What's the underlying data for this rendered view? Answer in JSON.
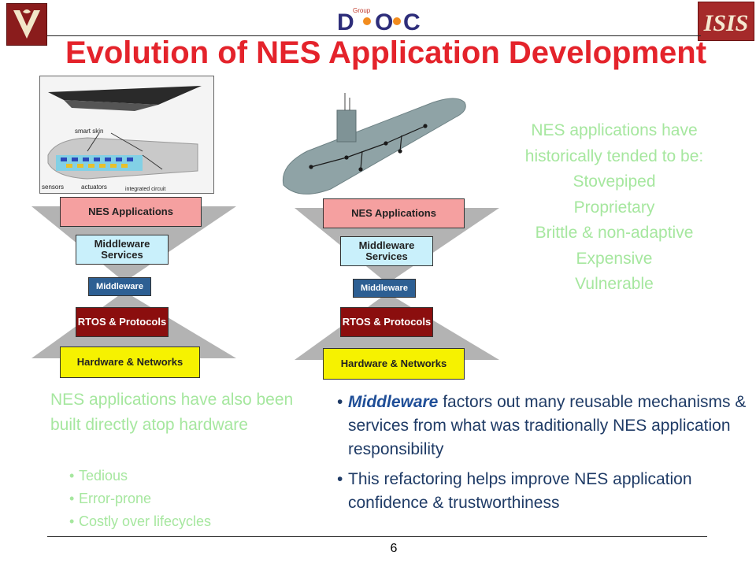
{
  "title": "Evolution of NES Application Development",
  "header": {
    "left_logo": "vanderbilt-logo",
    "center_logo_text": "D·O·C",
    "center_logo_sub": "Group",
    "right_logo_text": "ISIS"
  },
  "images": {
    "aircraft_labels": [
      "smart skin",
      "sensors",
      "actuators",
      "integrated circuit"
    ],
    "submarine": "submarine-illustration"
  },
  "stack_left": {
    "app": "NES Applications",
    "mws": "Middleware Services",
    "mw": "Middleware",
    "rtos": "RTOS & Protocols",
    "hw": "Hardware & Networks"
  },
  "stack_right": {
    "app": "NES Applications",
    "mws": "Middleware Services",
    "mw": "Middleware",
    "rtos": "RTOS & Protocols",
    "hw": "Hardware & Networks"
  },
  "intro": {
    "lines": [
      "NES applications have",
      "historically tended to be:",
      "Stovepiped",
      "Proprietary",
      "Brittle & non-adaptive",
      "Expensive",
      "Vulnerable"
    ]
  },
  "hardware_text": {
    "lead": "NES applications have also been built directly atop hardware",
    "bullets": [
      "Tedious",
      "Error-prone",
      "Costly over lifecycles"
    ]
  },
  "middleware_text": {
    "p1_em": "Middleware",
    "p1_rest": " factors out many reusable mechanisms & services from what was traditionally NES application responsibility",
    "p2": "This refactoring helps improve NES application confidence & trustworthiness"
  },
  "page_number": "6",
  "colors": {
    "title": "#e4232b",
    "green_text": "#a6e79f",
    "blue_text": "#1f3b66",
    "app_box": "#f5a0a0",
    "middleware_services_box": "#c9f0fb",
    "middleware_box": "#2d5f93",
    "rtos_box": "#8b0e0e",
    "hardware_box": "#f6f200"
  }
}
